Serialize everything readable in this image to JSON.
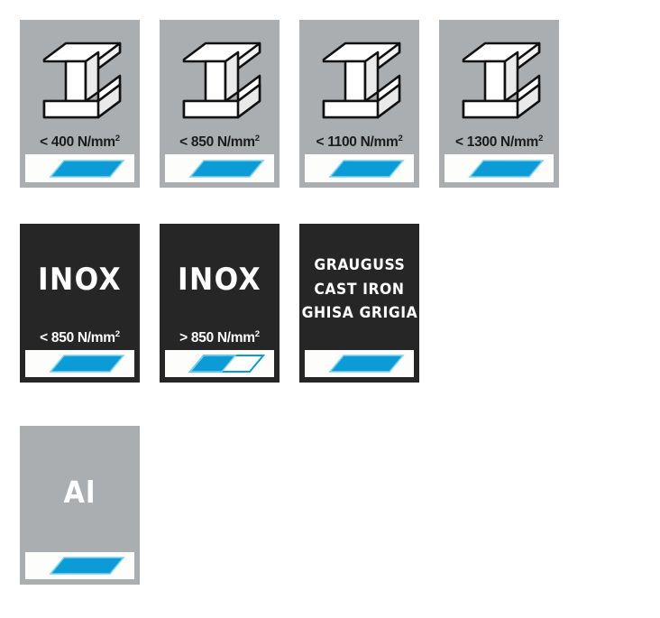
{
  "page": {
    "title": "Material capability legend",
    "background": "#ffffff",
    "colors": {
      "gray_card": "#aaaeb1",
      "dark_card": "#262626",
      "accent_blue": "#0b9cd8",
      "strip_white": "#fdfdfc",
      "text_dark": "#1b1b1b",
      "text_light": "#ffffff"
    }
  },
  "rows": [
    {
      "id": "row-steel",
      "cards": [
        {
          "id": "card-steel-400",
          "style": "gray",
          "icon": "i-beam-icon",
          "spec_prefix": "< 400 N/mm",
          "spec_exponent": "2",
          "swatch": "full"
        },
        {
          "id": "card-steel-850",
          "style": "gray",
          "icon": "i-beam-icon",
          "spec_prefix": "< 850 N/mm",
          "spec_exponent": "2",
          "swatch": "full"
        },
        {
          "id": "card-steel-1100",
          "style": "gray",
          "icon": "i-beam-icon",
          "spec_prefix": "< 1100 N/mm",
          "spec_exponent": "2",
          "swatch": "full"
        },
        {
          "id": "card-steel-1300",
          "style": "gray",
          "icon": "i-beam-icon",
          "spec_prefix": "< 1300 N/mm",
          "spec_exponent": "2",
          "swatch": "full"
        }
      ]
    },
    {
      "id": "row-inox-castiron",
      "cards": [
        {
          "id": "card-inox-lt850",
          "style": "dark",
          "wordmark": "INOX",
          "spec_prefix": "< 850 N/mm",
          "spec_exponent": "2",
          "swatch": "full"
        },
        {
          "id": "card-inox-gt850",
          "style": "dark",
          "wordmark": "INOX",
          "spec_prefix": "> 850 N/mm",
          "spec_exponent": "2",
          "swatch": "half"
        },
        {
          "id": "card-cast-iron",
          "style": "dark",
          "wordmark_lines": [
            "GRAUGUSS",
            "CAST IRON",
            "GHISA GRIGIA"
          ],
          "swatch": "full"
        }
      ]
    },
    {
      "id": "row-aluminium",
      "cards": [
        {
          "id": "card-aluminium",
          "style": "gray",
          "wordmark": "Al",
          "swatch": "full"
        }
      ]
    }
  ]
}
